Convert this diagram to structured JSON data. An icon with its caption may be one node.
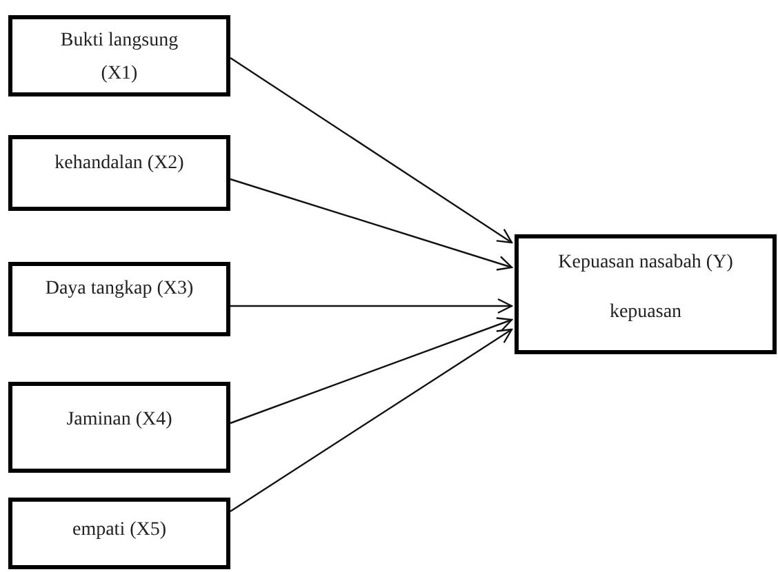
{
  "diagram": {
    "nodes": [
      {
        "text": [
          "Bukti langsung (X1)"
        ]
      },
      {
        "text": [
          "kehandalan (X2)"
        ]
      },
      {
        "text": [
          "Daya tangkap (X3)"
        ]
      },
      {
        "text": [
          "Jaminan (X4)"
        ]
      },
      {
        "text": [
          "empati (X5)"
        ]
      },
      {
        "text": [
          "Kepuasan nasabah (Y)",
          "kepuasan"
        ]
      }
    ],
    "edges": [
      {
        "from": 0,
        "to": 5,
        "arrow": "to"
      },
      {
        "from": 1,
        "to": 5,
        "arrow": "to"
      },
      {
        "from": 2,
        "to": 5,
        "arrow": "to"
      },
      {
        "from": 3,
        "to": 5,
        "arrow": "to"
      },
      {
        "from": 4,
        "to": 5,
        "arrow": "to"
      }
    ]
  }
}
